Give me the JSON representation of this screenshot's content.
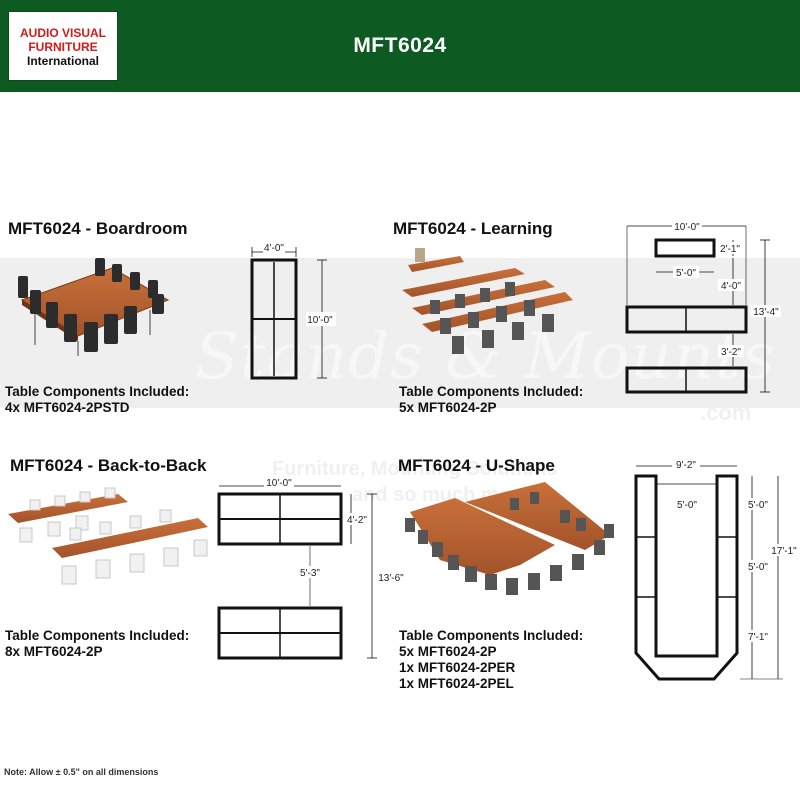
{
  "header": {
    "logo_line1": "AUDIO VISUAL",
    "logo_line2": "FURNITURE",
    "logo_line3": "International",
    "title": "MFT6024",
    "bg_color": "#0d5a22"
  },
  "watermark": {
    "main": "Stands & Mounts",
    "dotcom": ".com",
    "tag1": "Furniture, Mounting Solutions",
    "tag2": "and so much more"
  },
  "sections": {
    "boardroom": {
      "title": "MFT6024 - Boardroom",
      "components_label": "Table Components Included:",
      "components": [
        "4x MFT6024-2PSTD"
      ],
      "dims": {
        "width": "4'-0\"",
        "length": "10'-0\""
      }
    },
    "learning": {
      "title": "MFT6024 - Learning",
      "components_label": "Table Components Included:",
      "components": [
        "5x MFT6024-2P"
      ],
      "dims": {
        "overall_width": "10'-0\"",
        "depth": "2'-1\"",
        "front_width": "5'-0\"",
        "gap1": "4'-0\"",
        "gap2": "3'-2\"",
        "overall_length": "13'-4\""
      }
    },
    "back_to_back": {
      "title": "MFT6024 - Back-to-Back",
      "components_label": "Table Components Included:",
      "components": [
        "8x MFT6024-2P"
      ],
      "dims": {
        "width": "10'-0\"",
        "depth": "4'-2\"",
        "gap": "5'-3\"",
        "overall": "13'-6\""
      }
    },
    "u_shape": {
      "title": "MFT6024 - U-Shape",
      "components_label": "Table Components Included:",
      "components": [
        "5x MFT6024-2P",
        "1x MFT6024-2PER",
        "1x MFT6024-2PEL"
      ],
      "dims": {
        "width": "9'-2\"",
        "inner": "5'-0\"",
        "seg1": "5'-0\"",
        "seg2": "5'-0\"",
        "seg3": "7'-1\"",
        "overall": "17'-1\""
      }
    }
  },
  "note": "Note: Allow ± 0.5\" on all dimensions"
}
